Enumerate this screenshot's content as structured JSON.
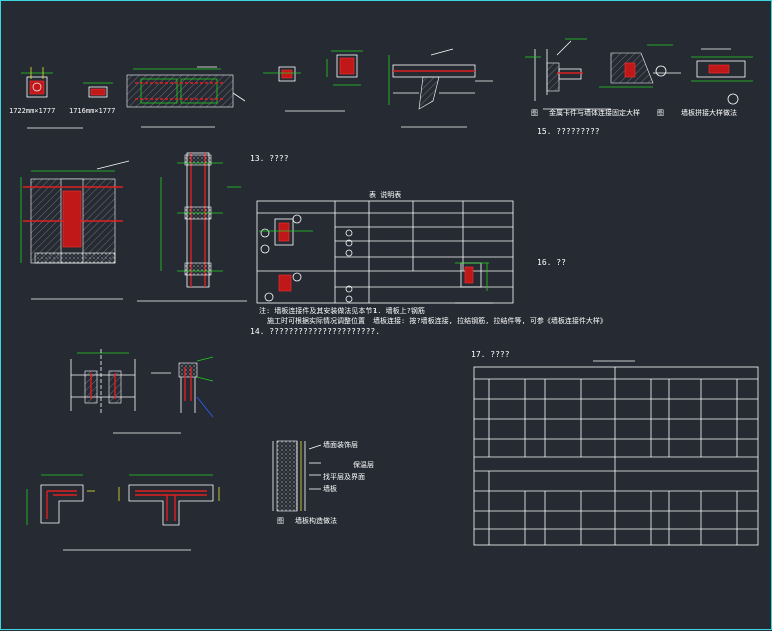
{
  "labels": {
    "small_dim_1": "1722mm×1777",
    "small_dim_2": "1716mm×1777",
    "detail_caption_a": "金属卡件与墙体连接固定大样",
    "detail_caption_b": "墙板拼接大样做法",
    "fig_prefix": "图",
    "section_15": "15. ?????????",
    "section_13": "13. ????",
    "section_14": "14. ??????????????????????.",
    "section_16": "16. ??",
    "section_17": "17. ????",
    "table_title": "表    说明表",
    "note_1": "注: 墙板连接件及其安装做法见本节?",
    "note_2": "施工时可根据实际情况调整位置",
    "note_3": "1. 墙板上?钢筋",
    "note_4": "墙板连接: 按?墙板连接, 拉结钢筋, 拉结件等, 可参《墙板连接件大样》",
    "wall_label_1": "墙面装饰层",
    "wall_label_2": "保温层",
    "wall_label_3": "找平层及界面",
    "wall_label_4": "墙板",
    "wall_caption": "墙板构造做法"
  },
  "colors": {
    "background": "#252a33",
    "frame": "#3ad7e0",
    "line_white": "#ffffff",
    "line_green": "#22d022",
    "rebar_red": "#e02020",
    "line_yellow": "#e8e830",
    "line_blue": "#3060ff"
  }
}
